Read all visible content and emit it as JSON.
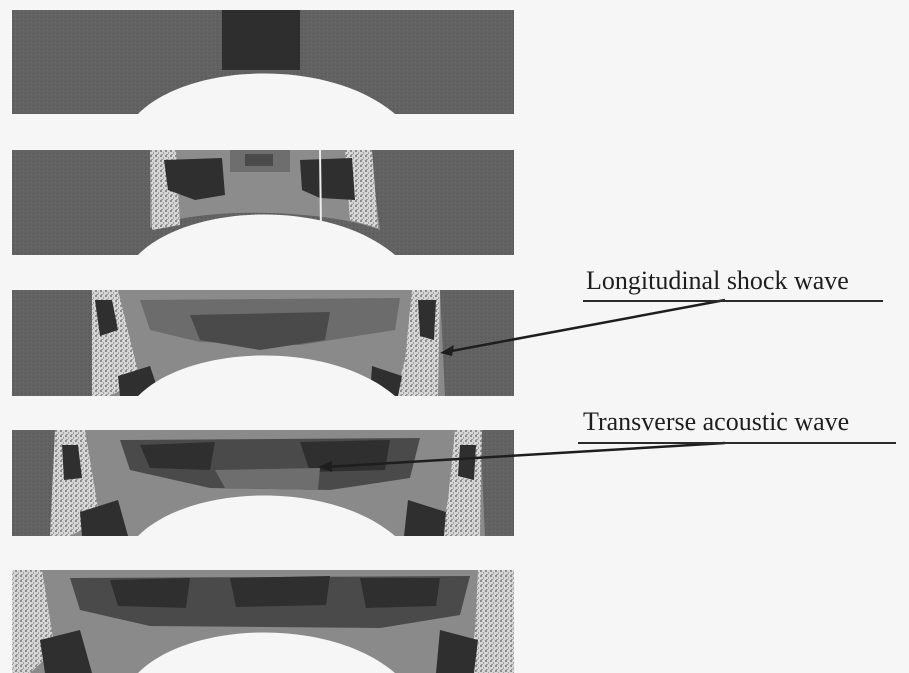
{
  "annotations": {
    "longitudinal": "Longitudinal shock wave",
    "transverse": "Transverse acoustic wave"
  },
  "colors": {
    "background": "#f6f6f6",
    "field_base": "#5f5f5f",
    "shock_front": "#d8d8d8",
    "acoustic_dark": "#2b2b2b",
    "mid_tone": "#8a8a8a"
  },
  "panel_count": 5
}
